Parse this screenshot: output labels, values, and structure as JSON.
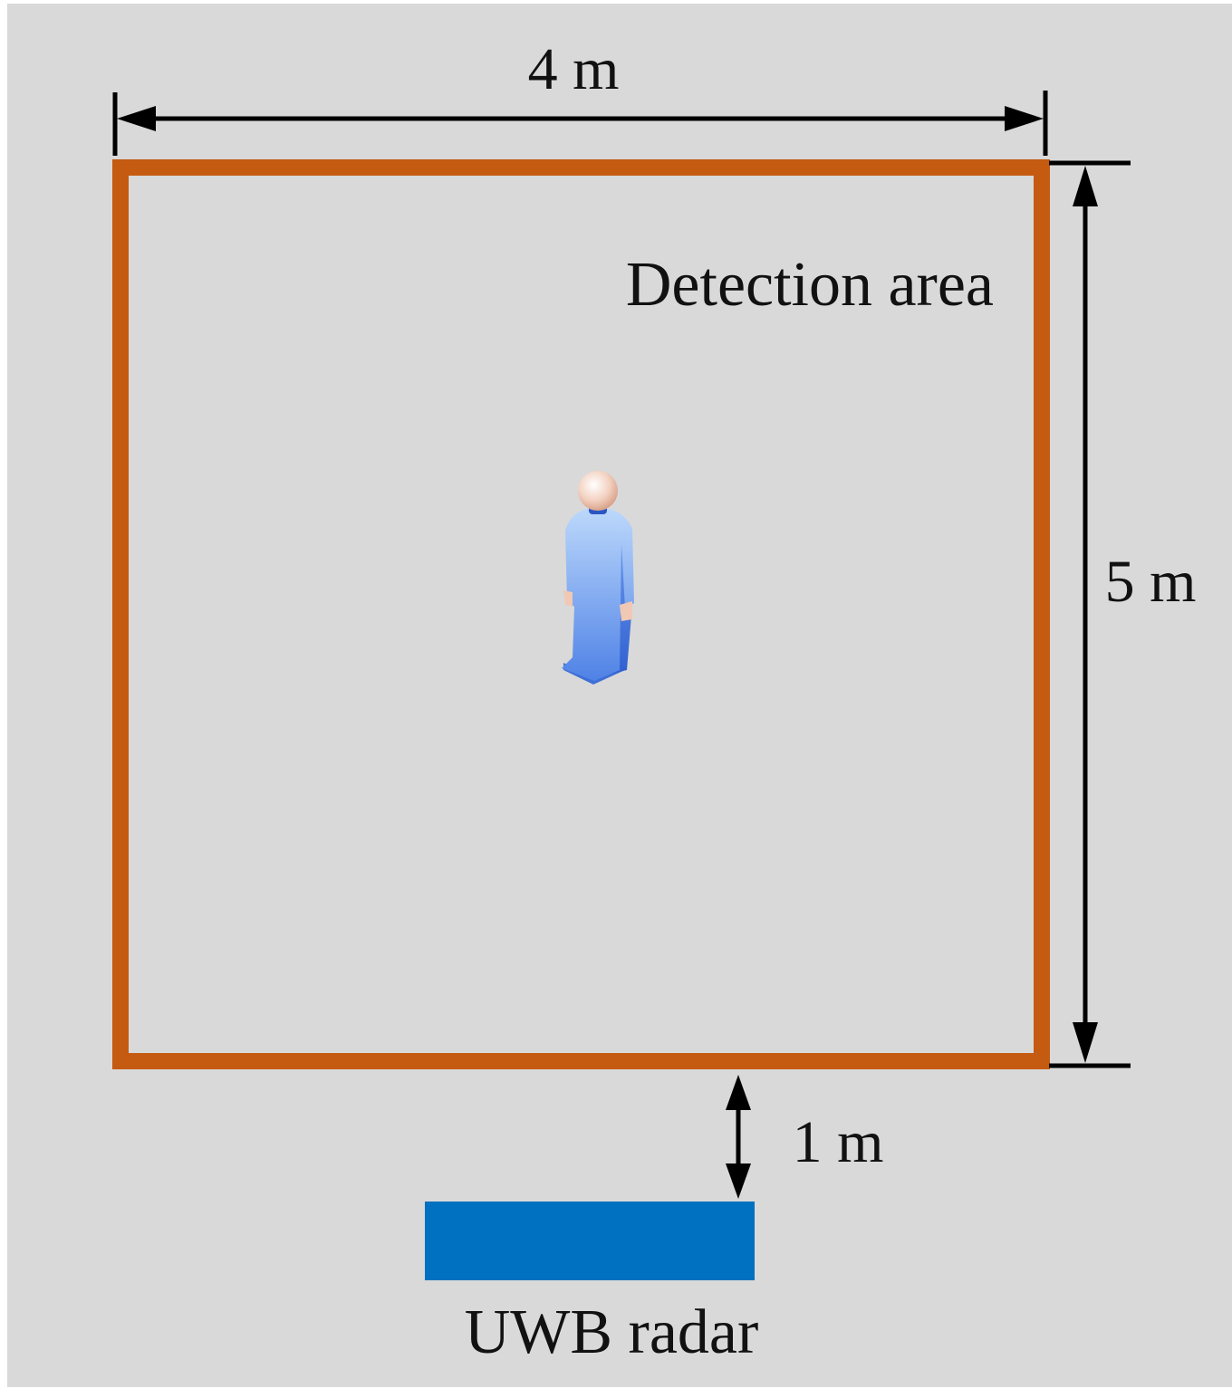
{
  "labels": {
    "width": "4 m",
    "height": "5 m",
    "gap": "1 m",
    "area": "Detection area",
    "radar": "UWB radar"
  },
  "colors": {
    "background": "#d9d9d9",
    "border": "#c55a11",
    "radar": "#0070c0",
    "ink": "#000000"
  },
  "icons": {
    "person": "person-standing-icon"
  }
}
